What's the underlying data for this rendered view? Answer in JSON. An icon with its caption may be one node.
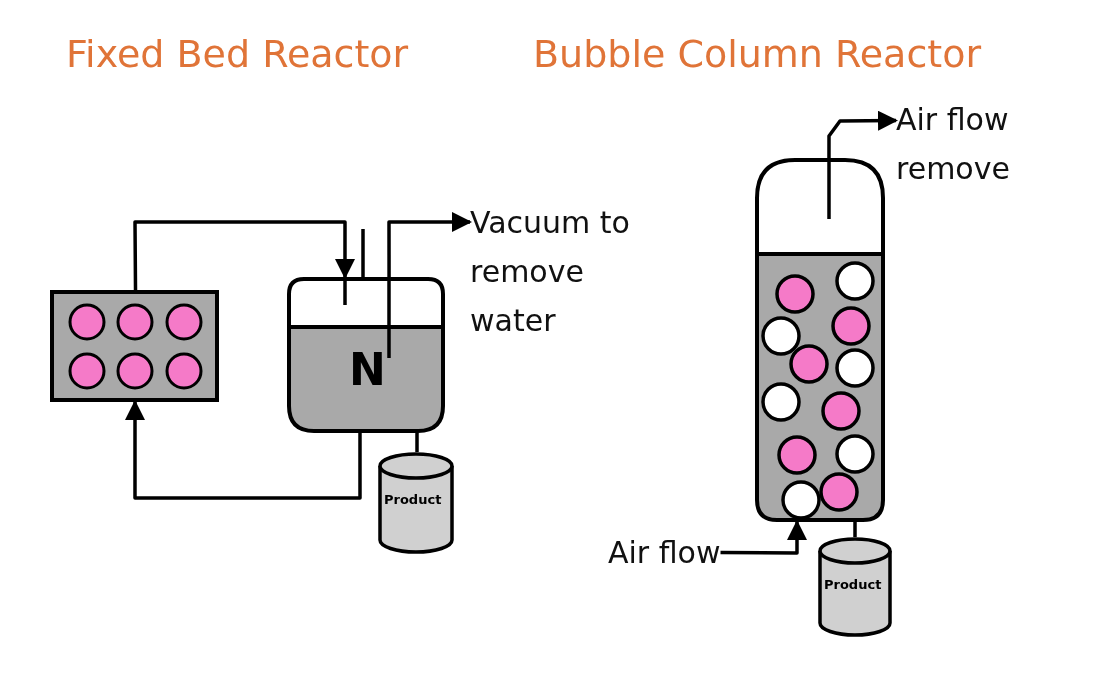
{
  "diagram": {
    "nodes": [
      {
        "text": [],
        "shape": "box"
      },
      {
        "text": [
          "N"
        ]
      },
      {
        "text": [
          "Vacuum to remove water"
        ]
      },
      {
        "text": [
          "Product"
        ]
      },
      {
        "text": [],
        "shape": "cylinder"
      },
      {
        "text": [
          "Air flow remove"
        ]
      },
      {
        "text": [
          "Air flow"
        ]
      },
      {
        "text": [
          "Product"
        ]
      }
    ],
    "edges": [
      {
        "from": 0,
        "to": 1,
        "arrow": "to"
      },
      {
        "from": 1,
        "to": 0,
        "arrow": "to"
      },
      {
        "from": 1,
        "to": 2,
        "arrow": "to"
      },
      {
        "from": 1,
        "to": 3,
        "arrow": "none"
      },
      {
        "from": 4,
        "to": 5,
        "arrow": "to"
      },
      {
        "from": 6,
        "to": 4,
        "arrow": "to"
      },
      {
        "from": 4,
        "to": 7,
        "arrow": "none"
      }
    ],
    "labels": [
      "Fixed Bed Reactor",
      "Bubble Column Reactor"
    ]
  }
}
